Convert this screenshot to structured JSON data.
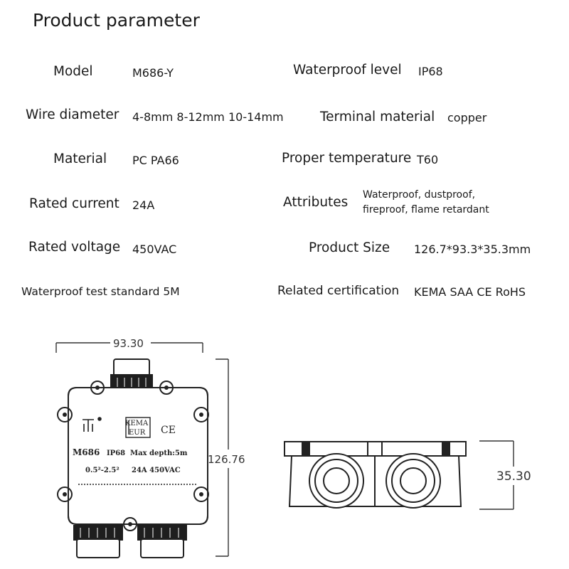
{
  "title": "Product parameter",
  "params": {
    "model": {
      "label": "Model",
      "value": "M686-Y"
    },
    "waterproof_level": {
      "label": "Waterproof level",
      "value": "IP68"
    },
    "wire_diameter": {
      "label": "Wire diameter",
      "value": "4-8mm 8-12mm 10-14mm"
    },
    "terminal_material": {
      "label": "Terminal material",
      "value": "copper"
    },
    "material": {
      "label": "Material",
      "value": "PC PA66"
    },
    "proper_temperature": {
      "label": "Proper temperature",
      "value": "T60"
    },
    "rated_current": {
      "label": "Rated current",
      "value": "24A"
    },
    "attributes": {
      "label": "Attributes",
      "value_line1": "Waterproof, dustproof,",
      "value_line2": "fireproof, flame retardant"
    },
    "rated_voltage": {
      "label": "Rated voltage",
      "value": "450VAC"
    },
    "product_size": {
      "label": "Product Size",
      "value": "126.7*93.3*35.3mm"
    },
    "waterproof_test": {
      "label": "Waterproof test standard 5M"
    },
    "related_certification": {
      "label": "Related certification",
      "value": "KEMA SAA CE RoHS"
    }
  },
  "drawing": {
    "width_dim": "93.30",
    "height_dim": "126.76",
    "depth_dim": "35.30",
    "label_model": "M686",
    "label_ip": "IP68",
    "label_depth": "Max depth:5m",
    "label_range": "0.5²-2.5²",
    "label_rating": "24A 450VAC",
    "kema_top": "KEMA",
    "kema_bottom": "EUR",
    "ce_mark": "CE"
  }
}
